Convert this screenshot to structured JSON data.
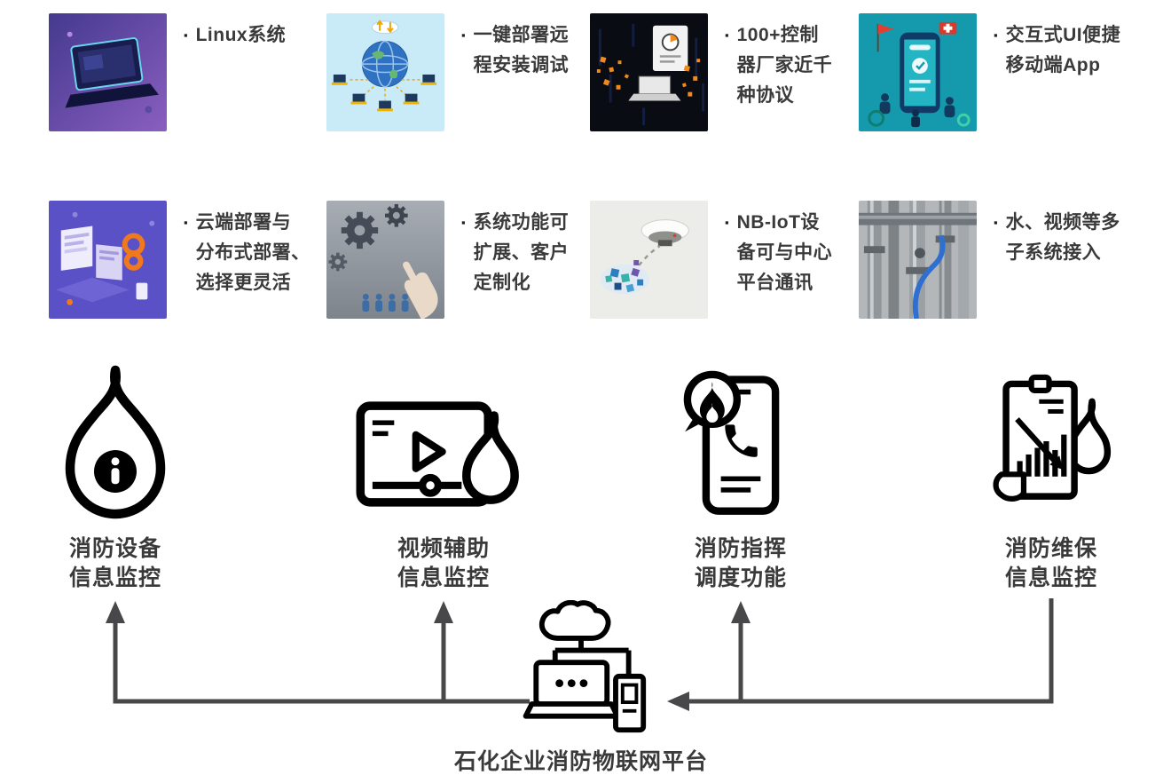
{
  "ui": {
    "bullet": "▪"
  },
  "features": [
    {
      "label": "Linux系统",
      "icon": "laptop-purple"
    },
    {
      "label": "一键部署远\n程安装调试",
      "icon": "globe-network"
    },
    {
      "label": "100+控制\n器厂家近千\n种协议",
      "icon": "protocols-dark"
    },
    {
      "label": "交互式UI便捷\n移动端App",
      "icon": "mobile-app-teal"
    },
    {
      "label": "云端部署与\n分布式部署、\n选择更灵活",
      "icon": "cloud-deploy-purple"
    },
    {
      "label": "系统功能可\n扩展、客户\n定制化",
      "icon": "gears-hand"
    },
    {
      "label": "NB-IoT设\n备可与中心\n平台通讯",
      "icon": "nbiot-detector"
    },
    {
      "label": "水、视频等多\n子系统接入",
      "icon": "industrial-pipes"
    }
  ],
  "functions": [
    {
      "label": "消防设备\n信息监控",
      "icon": "fire-info-icon"
    },
    {
      "label": "视频辅助\n信息监控",
      "icon": "video-fire-icon"
    },
    {
      "label": "消防指挥\n调度功能",
      "icon": "phone-fire-icon"
    },
    {
      "label": "消防维保\n信息监控",
      "icon": "clipboard-fire-icon"
    }
  ],
  "platform": {
    "title": "石化企业消防物联网平台",
    "icon": "cloud-server-icon"
  },
  "colors": {
    "arrow": "#48484b",
    "text": "#3a3a3a",
    "icon": "#000000"
  }
}
